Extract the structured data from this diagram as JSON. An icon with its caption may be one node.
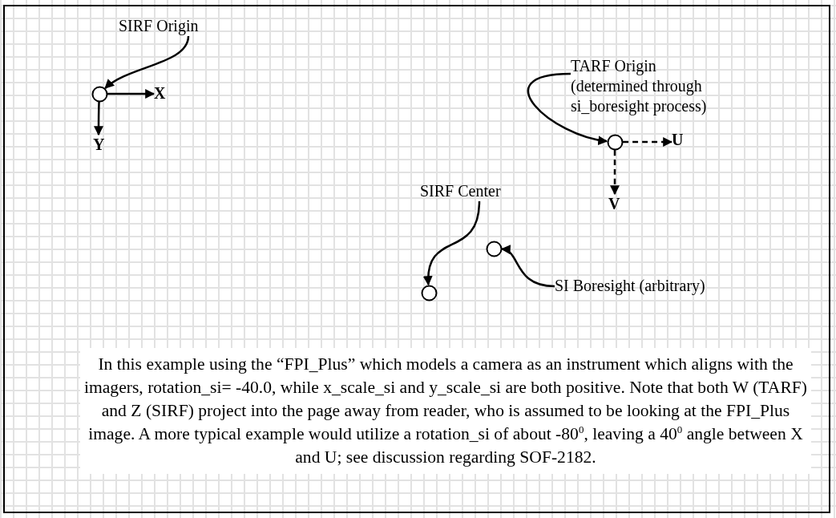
{
  "diagram": {
    "nodes": [
      {
        "text": [
          "SIRF Origin"
        ]
      },
      {
        "text": [],
        "shape": "circle"
      },
      {
        "text": [
          "X"
        ]
      },
      {
        "text": [
          "Y"
        ]
      },
      {
        "text": [
          "TARF Origin (determined through si_boresight process)"
        ]
      },
      {
        "text": [],
        "shape": "circle"
      },
      {
        "text": [
          "U"
        ]
      },
      {
        "text": [
          "V"
        ]
      },
      {
        "text": [
          "SIRF Center"
        ]
      },
      {
        "text": [],
        "shape": "circle"
      },
      {
        "text": [],
        "shape": "circle"
      },
      {
        "text": [
          "SI Boresight (arbitrary)"
        ]
      }
    ],
    "edges": [
      {
        "from": 0,
        "to": 1,
        "arrow": "to"
      },
      {
        "from": 1,
        "to": 2,
        "arrow": "to"
      },
      {
        "from": 1,
        "to": 3,
        "arrow": "to"
      },
      {
        "from": 4,
        "to": 5,
        "arrow": "to"
      },
      {
        "from": 5,
        "to": 6,
        "arrow": "to",
        "style": "dashed"
      },
      {
        "from": 5,
        "to": 7,
        "arrow": "to",
        "style": "dashed"
      },
      {
        "from": 8,
        "to": 9,
        "arrow": "to"
      },
      {
        "from": 11,
        "to": 10,
        "arrow": "to"
      }
    ],
    "labels": [
      "In this example using the “FPI_Plus” which models a camera as an instrument which aligns with the imagers, rotation_si= -40.0, while x_scale_si and y_scale_si are both positive. Note that both W (TARF) and Z (SIRF) project into the page away from reader, who is assumed to be looking at the FPI_Plus image. A more typical example would utilize a rotation_si of about -80$^{0}$, leaving a 40$^{0}$ angle between X and U; see discussion regarding SOF-2182."
    ]
  }
}
